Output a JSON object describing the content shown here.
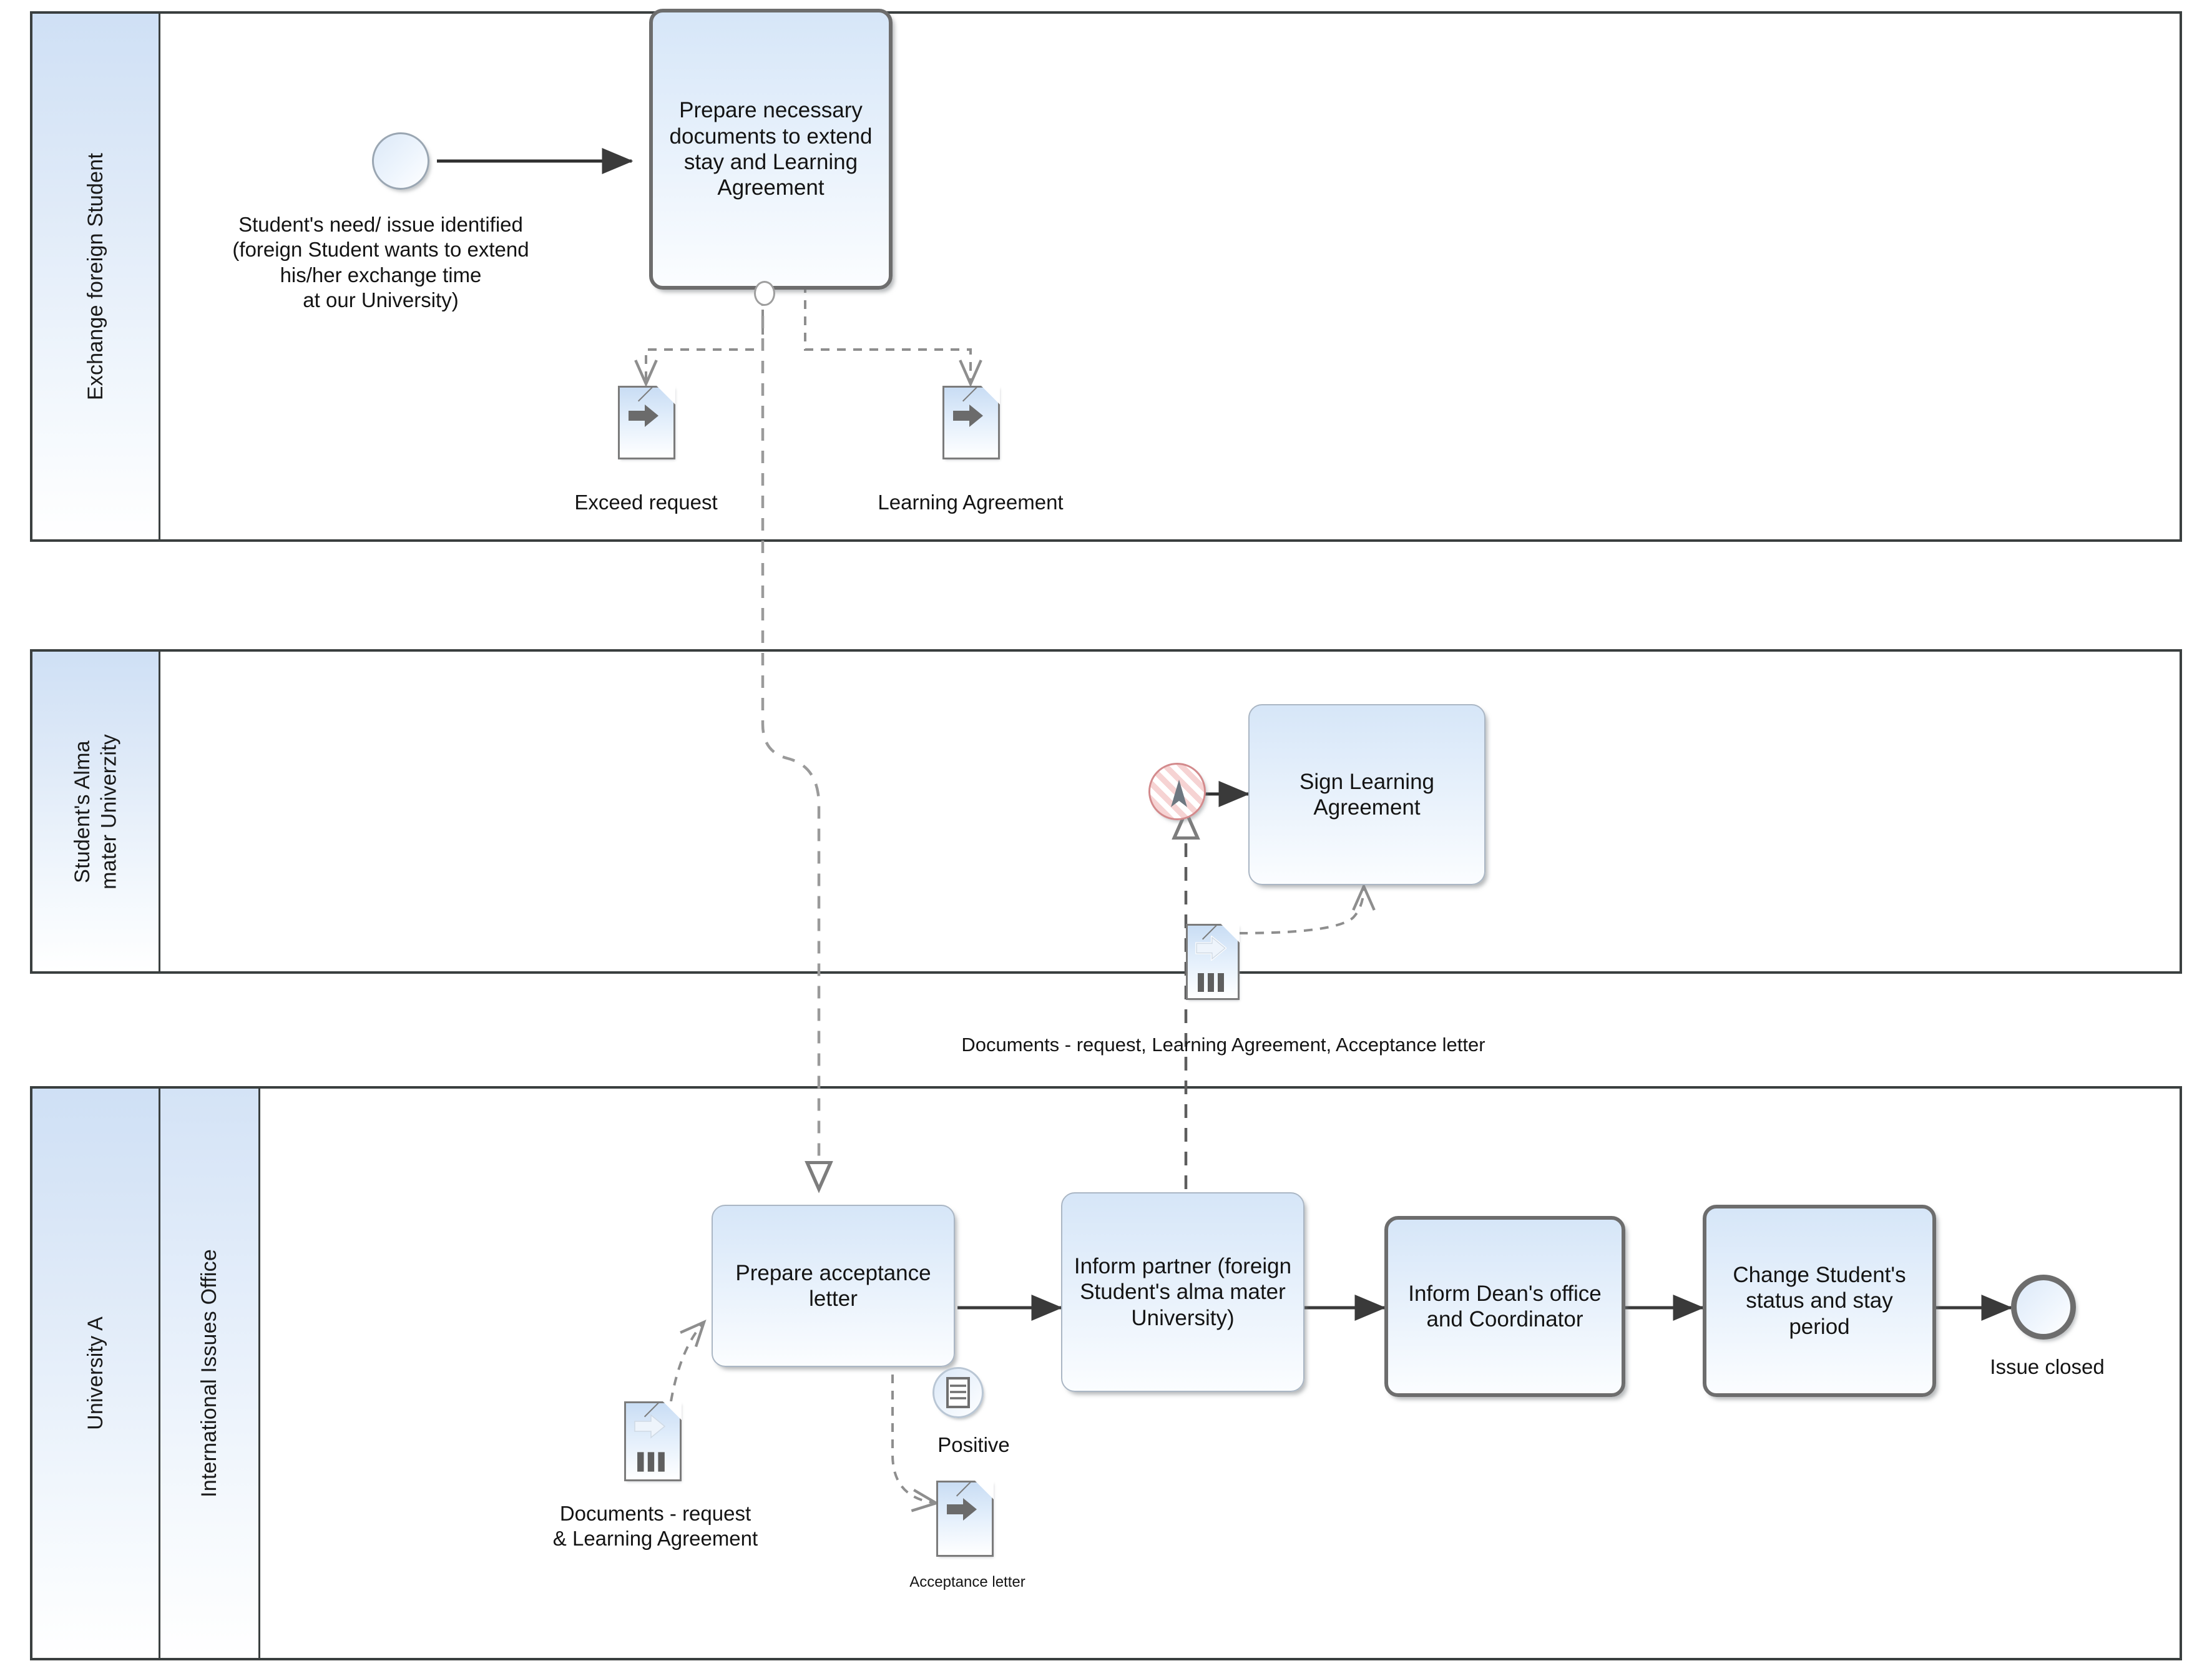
{
  "diagram": {
    "type": "bpmn-collaboration",
    "title": "Exchange student stay extension process"
  },
  "pools": [
    {
      "id": "pool-student",
      "lane_label": "Exchange foreign Student",
      "sublane_label": null
    },
    {
      "id": "pool-alma-mater",
      "lane_label": "Student's Alma\nmater Univerzity",
      "sublane_label": null
    },
    {
      "id": "pool-university-a",
      "lane_label": "University A",
      "sublane_label": "International Issues Office"
    }
  ],
  "events": [
    {
      "id": "start-need",
      "kind": "start-event",
      "label": "Student's need/ issue identified\n(foreign Student wants to extend\nhis/her exchange time\nat our University)"
    },
    {
      "id": "msg-start-sign",
      "kind": "message-start-event",
      "label": ""
    },
    {
      "id": "end-issue-closed",
      "kind": "end-event",
      "label": "Issue closed"
    },
    {
      "id": "boundary-positive",
      "kind": "boundary-rule-event",
      "label": "Positive"
    }
  ],
  "tasks": [
    {
      "id": "task-prepare-docs",
      "label": "Prepare necessary documents to extend stay and Learning Agreement",
      "pool": "pool-student",
      "border": "thick"
    },
    {
      "id": "task-sign-la",
      "label": "Sign Learning Agreement",
      "pool": "pool-alma-mater",
      "border": "thin"
    },
    {
      "id": "task-prepare-acceptance",
      "label": "Prepare acceptance letter",
      "pool": "pool-university-a",
      "border": "thin"
    },
    {
      "id": "task-inform-partner",
      "label": "Inform partner (foreign Student's alma mater University)",
      "pool": "pool-university-a",
      "border": "thin"
    },
    {
      "id": "task-inform-dean",
      "label": "Inform Dean's office and Coordinator",
      "pool": "pool-university-a",
      "border": "thick"
    },
    {
      "id": "task-change-status",
      "label": "Change Student's status and stay period",
      "pool": "pool-university-a",
      "border": "thick"
    }
  ],
  "data_objects": [
    {
      "id": "doc-exceed-request",
      "label": "Exceed request",
      "icon": "arrow-right-icon",
      "collection": false
    },
    {
      "id": "doc-learning-agreement",
      "label": "Learning Agreement",
      "icon": "arrow-right-icon",
      "collection": false
    },
    {
      "id": "doc-alma-bundle",
      "label": "",
      "icon": "arrow-right-icon",
      "collection": true
    },
    {
      "id": "doc-uni-bundle",
      "label": "Documents - request\n& Learning Agreement",
      "icon": "arrow-right-icon",
      "collection": true
    },
    {
      "id": "doc-acceptance-letter",
      "label": "Acceptance letter",
      "icon": "arrow-right-icon",
      "collection": false
    }
  ],
  "annotations": [
    {
      "id": "ann-message-flow",
      "label": "Documents - request, Learning Agreement, Acceptance letter"
    }
  ],
  "colors": {
    "pool_border": "#3a3f3f",
    "lane_fill_top": "#cfe0f5",
    "task_fill_top": "#d6e6f8",
    "task_border_thick": "#6d6d6d",
    "task_border_thin": "#aab6c4",
    "doc_border": "#7b7b7b",
    "flow_line": "#3a3a3a",
    "message_event_stripe": "#f6d3d3"
  }
}
